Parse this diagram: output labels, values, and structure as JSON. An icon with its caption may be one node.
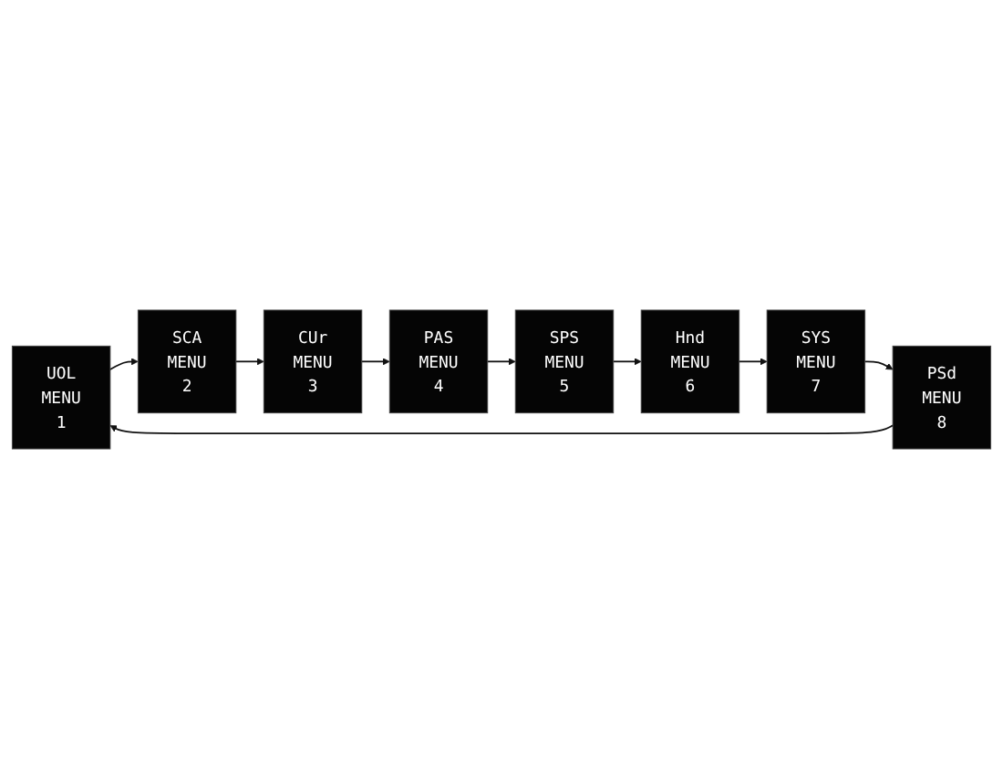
{
  "diagram": {
    "nodes": [
      {
        "text": [
          "UOL",
          "MENU",
          "1"
        ]
      },
      {
        "text": [
          "SCA",
          "MENU",
          "2"
        ]
      },
      {
        "text": [
          "CUr",
          "MENU",
          "3"
        ]
      },
      {
        "text": [
          "PAS",
          "MENU",
          "4"
        ]
      },
      {
        "text": [
          "SPS",
          "MENU",
          "5"
        ]
      },
      {
        "text": [
          "Hnd",
          "MENU",
          "6"
        ]
      },
      {
        "text": [
          "SYS",
          "MENU",
          "7"
        ]
      },
      {
        "text": [
          "PSd",
          "MENU",
          "8"
        ]
      }
    ],
    "edges": [
      {
        "from": 0,
        "to": 1,
        "arrow": "to"
      },
      {
        "from": 1,
        "to": 2,
        "arrow": "to"
      },
      {
        "from": 2,
        "to": 3,
        "arrow": "to"
      },
      {
        "from": 3,
        "to": 4,
        "arrow": "to"
      },
      {
        "from": 4,
        "to": 5,
        "arrow": "to"
      },
      {
        "from": 5,
        "to": 6,
        "arrow": "to"
      },
      {
        "from": 6,
        "to": 7,
        "arrow": "to"
      },
      {
        "from": 7,
        "to": 0,
        "arrow": "to"
      }
    ]
  }
}
